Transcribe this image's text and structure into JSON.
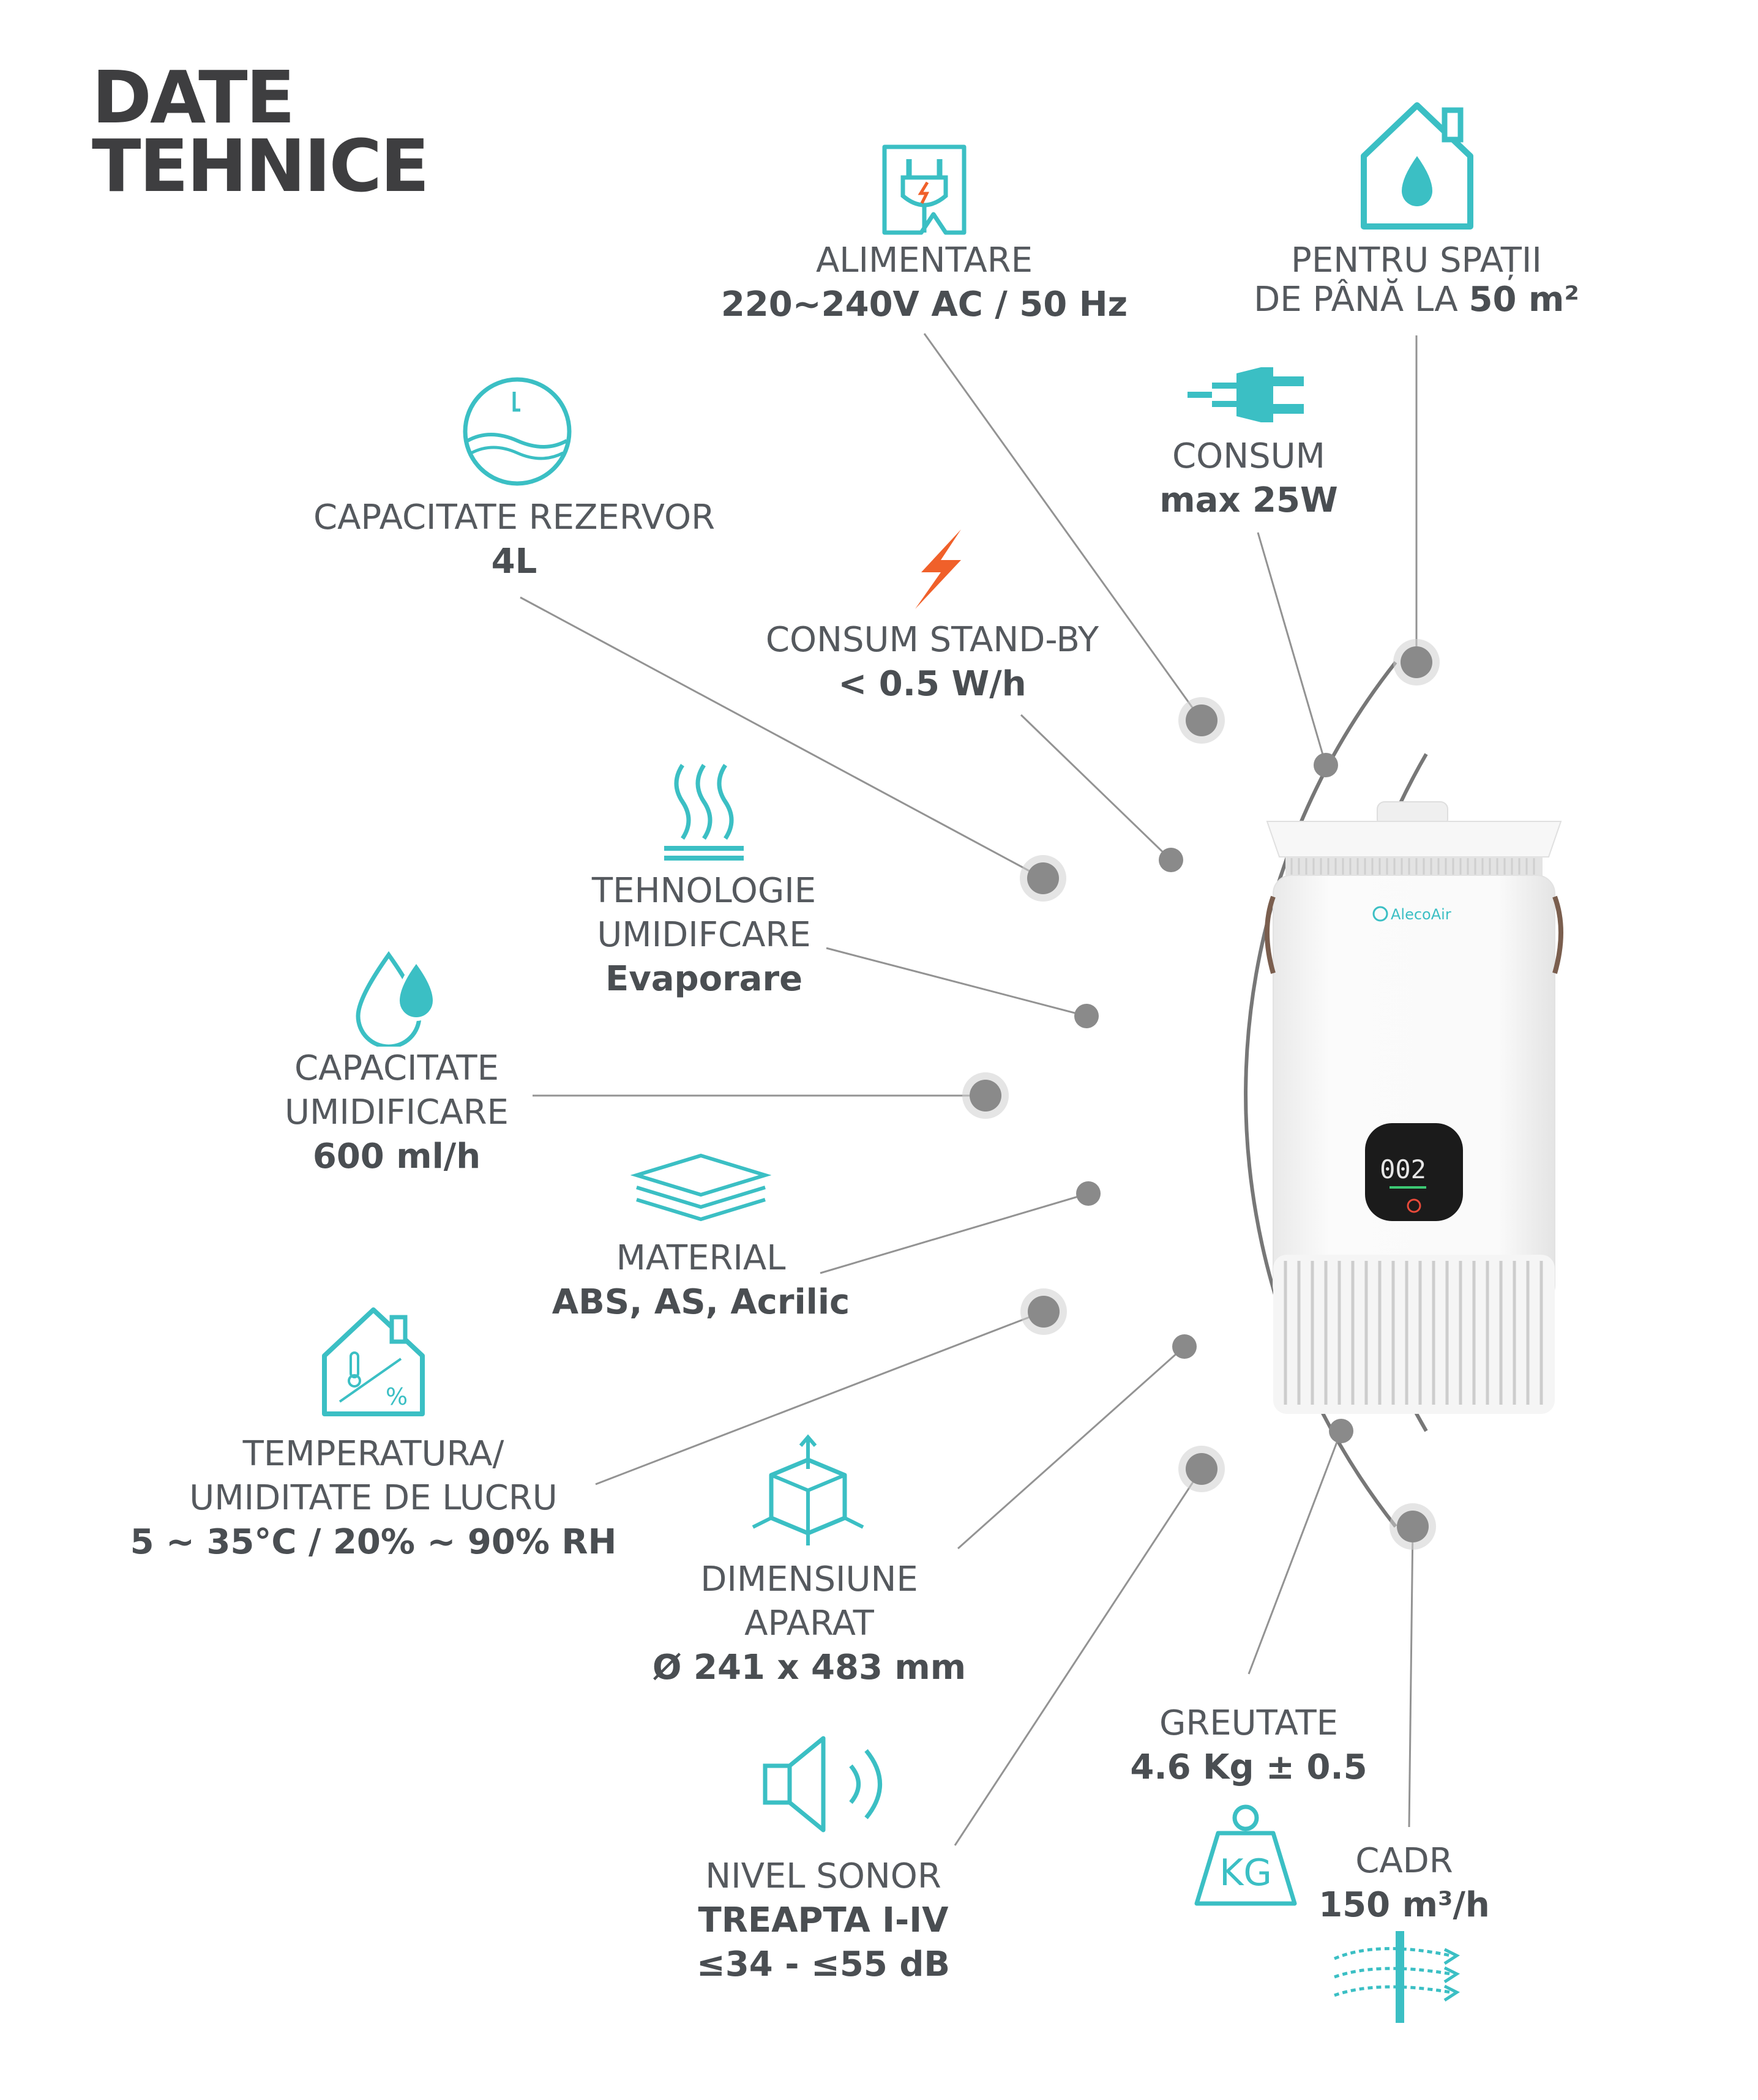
{
  "title": {
    "line1": "DATE",
    "line2": "TEHNICE"
  },
  "colors": {
    "accent": "#3bbfc4",
    "bolt": "#f0602a",
    "line": "#8f8f8f",
    "arc": "#757575",
    "dot": "#8a8a8a"
  },
  "device": {
    "brand": "AlecoAir",
    "display_reading": "002"
  },
  "specs": {
    "power_supply": {
      "label": "ALIMENTARE",
      "value": "220~240V AC / 50 Hz"
    },
    "room_size": {
      "label1": "PENTRU SPAȚII",
      "label2_prefix": "DE PÂNĂ LA ",
      "value": "50 m²"
    },
    "consumption": {
      "label": "CONSUM",
      "value": "max 25W"
    },
    "tank": {
      "label": "CAPACITATE REZERVOR",
      "value": "4L"
    },
    "standby": {
      "label": "CONSUM STAND-BY",
      "value": "< 0.5 W/h"
    },
    "technology": {
      "label1": "TEHNOLOGIE",
      "label2": "UMIDIFCARE",
      "value": "Evaporare"
    },
    "humidification": {
      "label1": "CAPACITATE",
      "label2": "UMIDIFICARE",
      "value": "600 ml/h"
    },
    "material": {
      "label": "MATERIAL",
      "value": "ABS, AS, Acrilic"
    },
    "operating": {
      "label1": "TEMPERATURA/",
      "label2": "UMIDITATE DE LUCRU",
      "value": "5 ~ 35°C / 20% ~ 90% RH"
    },
    "dimensions": {
      "label1": "DIMENSIUNE",
      "label2": "APARAT",
      "value": "Ø 241 x 483 mm"
    },
    "weight": {
      "label": "GREUTATE",
      "value": "4.6 Kg ± 0.5",
      "icon_text": "KG"
    },
    "noise": {
      "label": "NIVEL SONOR",
      "value1": "TREAPTA I-IV",
      "value2": "≤34 - ≤55 dB"
    },
    "cadr": {
      "label": "CADR",
      "value": "150 m³/h"
    }
  },
  "icons": [
    "plug-outlet-icon",
    "house-drop-icon",
    "power-plug-icon",
    "tank-level-icon",
    "lightning-icon",
    "heat-waves-icon",
    "water-drops-icon",
    "layers-icon",
    "house-thermometer-icon",
    "cube-dimensions-icon",
    "speaker-icon",
    "weight-icon",
    "airflow-icon"
  ]
}
